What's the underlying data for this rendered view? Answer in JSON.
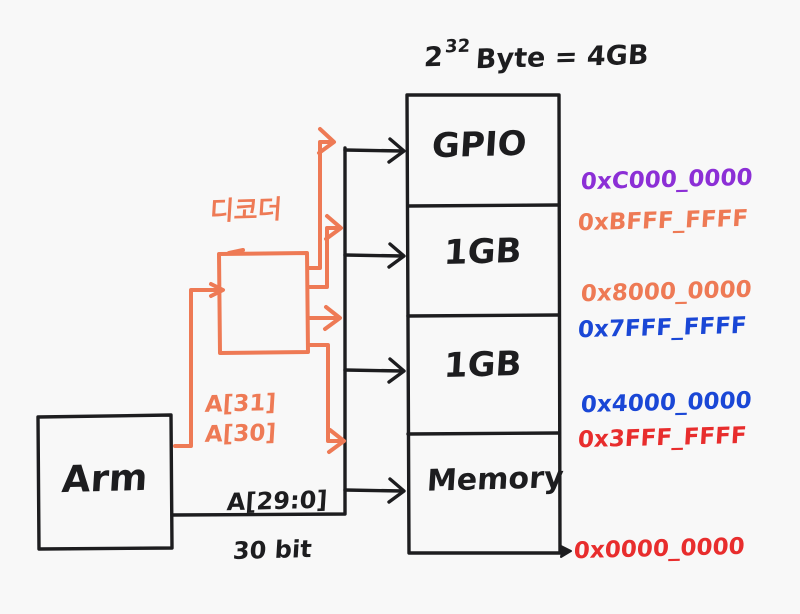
{
  "meta": {
    "kind": "hand-drawn whiteboard diagram",
    "subject": "ARM 32-bit address space decoding and memory map"
  },
  "colors": {
    "background": "#f8f8f8",
    "ink_black": "#1d1d1f",
    "orange": "#ee7a55",
    "purple": "#8c2fd6",
    "blue": "#1a47d6",
    "red": "#e82d2d"
  },
  "annotations": {
    "capacity_base": "2",
    "capacity_exponent": "32",
    "capacity_rest": "Byte = 4GB"
  },
  "cpu": {
    "label": "Arm"
  },
  "decoder": {
    "label": "디코더",
    "inputs": [
      {
        "label": "A[31]"
      },
      {
        "label": "A[30]"
      }
    ]
  },
  "bus": {
    "label": "A[29:0]",
    "width_label": "30 bit"
  },
  "memory_map": {
    "regions": [
      {
        "name": "GPIO"
      },
      {
        "name": "1GB"
      },
      {
        "name": "1GB"
      },
      {
        "name": "Memory"
      }
    ]
  },
  "address_labels": [
    {
      "text": "0xC000_0000",
      "color_key": "purple"
    },
    {
      "text": "0xBFFF_FFFF",
      "color_key": "orange"
    },
    {
      "text": "0x8000_0000",
      "color_key": "orange"
    },
    {
      "text": "0x7FFF_FFFF",
      "color_key": "blue"
    },
    {
      "text": "0x4000_0000",
      "color_key": "blue"
    },
    {
      "text": "0x3FFF_FFFF",
      "color_key": "red"
    },
    {
      "text": "0x0000_0000",
      "color_key": "red"
    }
  ]
}
